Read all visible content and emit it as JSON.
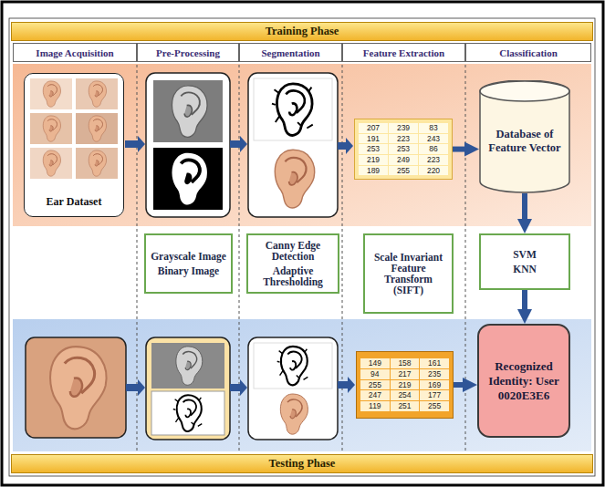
{
  "diagram": {
    "nodes": [
      {
        "text": [
          "Training Phase"
        ]
      },
      {
        "text": [
          "Image Acquisition"
        ]
      },
      {
        "text": [
          "Pre-Processing"
        ]
      },
      {
        "text": [
          "Segmentation"
        ]
      },
      {
        "text": [
          "Feature Extraction"
        ]
      },
      {
        "text": [
          "Classification"
        ]
      },
      {
        "text": [
          "Ear Dataset"
        ]
      },
      {
        "text": [
          "207",
          "239",
          "83",
          "191",
          "223",
          "243",
          "253",
          "253",
          "86",
          "219",
          "249",
          "223",
          "189",
          "255",
          "220"
        ]
      },
      {
        "text": [
          "Database of Feature Vector"
        ]
      },
      {
        "text": [
          "Grayscale Image",
          "Binary Image"
        ]
      },
      {
        "text": [
          "Canny Edge Detection",
          "Adaptive Thresholding"
        ]
      },
      {
        "text": [
          "Scale Invariant Feature Transform (SIFT)"
        ]
      },
      {
        "text": [
          "SVM",
          "KNN"
        ]
      },
      {
        "text": [
          "149",
          "158",
          "161",
          "94",
          "217",
          "235",
          "255",
          "219",
          "169",
          "247",
          "254",
          "177",
          "119",
          "251",
          "255"
        ]
      },
      {
        "text": [
          "Recognized Identity: User 0020E3E6"
        ]
      },
      {
        "text": [
          "Testing Phase"
        ]
      }
    ],
    "edges": [
      {
        "from": 7,
        "to": 8,
        "arrow": "to"
      },
      {
        "from": 8,
        "to": 12,
        "arrow": "to"
      },
      {
        "from": 12,
        "to": 14,
        "arrow": "to"
      },
      {
        "from": 13,
        "to": 14,
        "arrow": "to"
      }
    ]
  }
}
